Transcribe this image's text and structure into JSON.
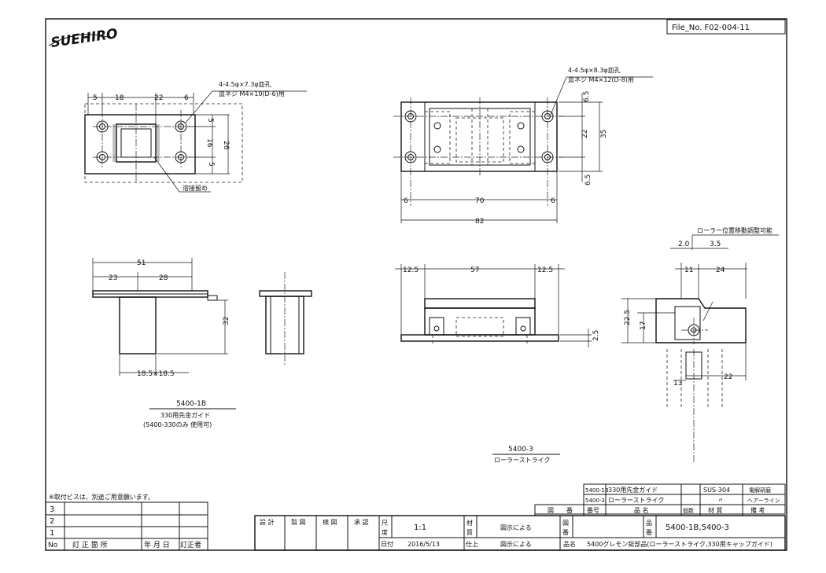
{
  "header": {
    "logo_text": "SUEHIRO",
    "file_no": "File_No. F02-004-11"
  },
  "view_a": {
    "dim_5_left": "5",
    "dim_18": "18",
    "dim_22": "22",
    "dim_6": "6",
    "hole_note_1": "4-4.5φ×7.3φ皿孔",
    "hole_note_2": "皿ネジ M4×10(D-6)用",
    "dim_v5_top": "5",
    "dim_v16": "16",
    "dim_v5_bottom": "5",
    "dim_v26": "26",
    "weld_note": "溶接留め"
  },
  "view_b": {
    "hole_note_1": "4-4.5φ×8.3φ皿孔",
    "hole_note_2": "皿ネジ M4×12(D-8)用",
    "dim_v6_5_top": "6.5",
    "dim_v22": "22",
    "dim_v35": "35",
    "dim_v6_5_bottom": "6.5",
    "dim_6_left": "6",
    "dim_70": "70",
    "dim_6_right": "6",
    "dim_82": "82"
  },
  "view_c": {
    "dim_51": "51",
    "dim_23": "23",
    "dim_28": "28",
    "dim_32": "32",
    "dim_sq": "18.5×18.5"
  },
  "view_e": {
    "dim_12_5_left": "12.5",
    "dim_57": "57",
    "dim_12_5_right": "12.5",
    "dim_2_5": "2.5"
  },
  "view_f": {
    "roller_note": "ローラー位置移動調整可能",
    "dim_2_0": "2.0",
    "dim_3_5": "3.5",
    "dim_11": "11",
    "dim_24": "24",
    "dim_22_5": "22.5",
    "dim_17": "17",
    "dim_13": "13",
    "dim_22": "22"
  },
  "labels": {
    "part1_code": "5400-1B",
    "part1_name": "330用先金ガイド",
    "part1_note": "(5400-330のみ 使用可)",
    "part2_code": "5400-3",
    "part2_name": "ローラーストライク"
  },
  "notes": {
    "screw_note": "※取付ビスは、別途ご用意願います。"
  },
  "revision": {
    "rows": [
      "3",
      "2",
      "1"
    ],
    "headers": [
      "No",
      "訂 正 箇 所",
      "年 月 日",
      "訂正者"
    ]
  },
  "parts_list": {
    "rows": [
      {
        "code": "5400-1B",
        "name": "330用先金ガイド",
        "material": "SUS-304",
        "remark": "電解研磨"
      },
      {
        "code": "5400-3",
        "name": "ローラーストライク",
        "material": "〃",
        "remark": "ヘアーライン"
      }
    ],
    "headers": [
      "図",
      "番",
      "番号",
      "品 名",
      "個数",
      "材 質",
      "備 考"
    ]
  },
  "title_block": {
    "cols": [
      "設 計",
      "製 図",
      "検 図",
      "承 認"
    ],
    "scale_label_1": "尺",
    "scale_label_2": "度",
    "scale_value": "1:1",
    "material_label_1": "材",
    "material_label_2": "質",
    "material_value": "図示による",
    "fig_label_1": "図",
    "fig_label_2": "番",
    "part_label_1": "品",
    "part_label_2": "番",
    "part_no": "5400-1B,5400-3",
    "date_label": "日付",
    "date_value": "2016/5/13",
    "finish_label": "仕上",
    "finish_value": "図示による",
    "name_label": "品名",
    "name_value": "5400グレモン錠部品(ローラーストライク,330用キャップガイド)"
  }
}
